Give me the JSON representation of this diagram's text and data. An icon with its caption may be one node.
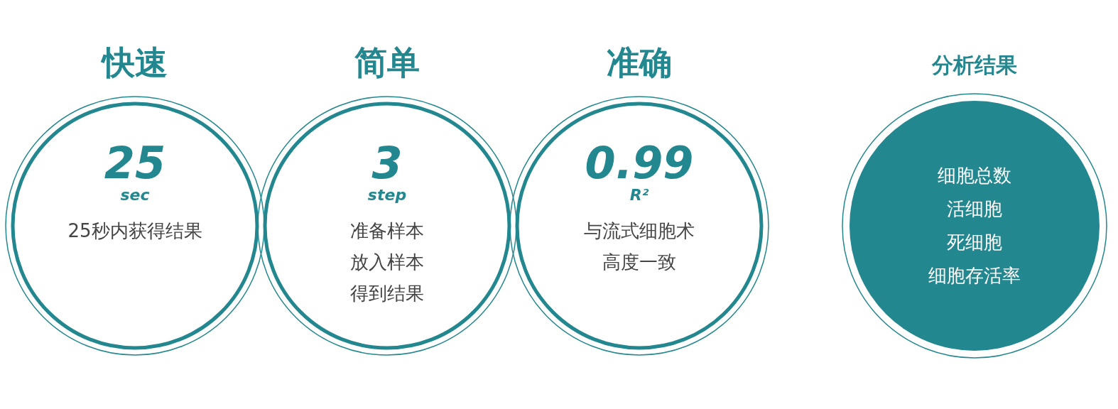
{
  "diagram": {
    "nodes": [
      {
        "text": [
          "快速",
          "25",
          "sec",
          "25秒内获得结果"
        ]
      },
      {
        "text": [
          "简单",
          "3",
          "step",
          "准备样本",
          "放入样本",
          "得到结果"
        ]
      },
      {
        "text": [
          "准确",
          "0.99",
          "R²",
          "与流式细胞术高度一致"
        ]
      },
      {
        "text": [
          "分析结果",
          "细胞总数",
          "活细胞",
          "死细胞",
          "细胞存活率"
        ]
      }
    ]
  }
}
